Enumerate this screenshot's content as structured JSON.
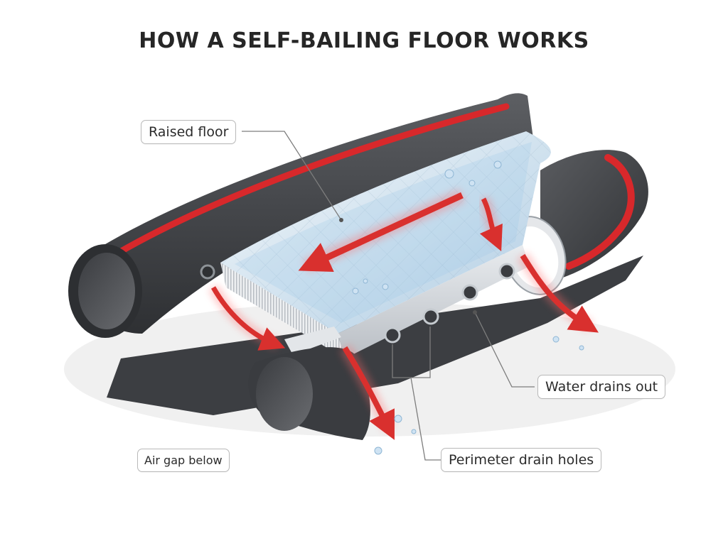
{
  "title": "HOW A SELF-BAILING FLOOR WORKS",
  "callouts": {
    "raised_floor": "Raised floor",
    "water_drains_out": "Water drains out",
    "perimeter_drain_holes": "Perimeter drain holes",
    "air_gap_below": "Air gap below"
  },
  "colors": {
    "tube": "#46484c",
    "stripe": "#d8282b",
    "floor": "#bcd6ea",
    "arrow": "#d9302e",
    "water": "#9cc8e8"
  },
  "icons": [
    "flow-arrow-icon",
    "water-drop-icon",
    "drain-hole-icon"
  ]
}
